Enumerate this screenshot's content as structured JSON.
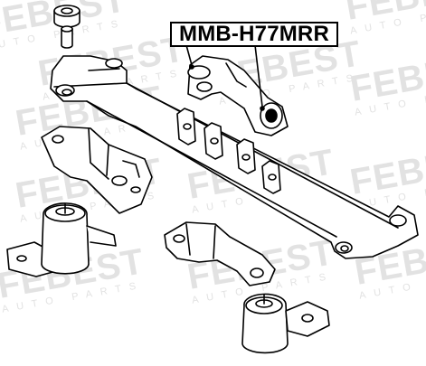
{
  "part_number": "MMB-H77MRR",
  "watermark": {
    "brand": "FEBEST",
    "tagline": "AUTO PARTS"
  },
  "colors": {
    "line": "#000000",
    "watermark": "#e2e2e2",
    "background": "#ffffff"
  }
}
